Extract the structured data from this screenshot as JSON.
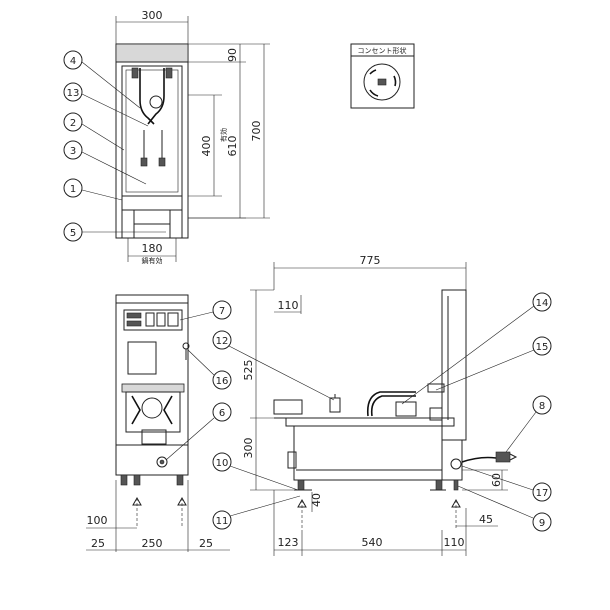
{
  "dimensions": {
    "top_width": "300",
    "top_depth_upper": "90",
    "top_depth_inner": "400",
    "top_depth_effective": "610",
    "top_depth_total": "700",
    "top_bottom_width": "180",
    "front_offset_left": "100",
    "front_margin_left": "25",
    "front_width": "250",
    "front_margin_right": "25",
    "side_width": "775",
    "side_offset": "110",
    "side_height_upper": "525",
    "side_height_lower": "300",
    "side_leg_offset": "40",
    "side_right_small": "60",
    "side_right_offset": "45",
    "side_base_left": "123",
    "side_base_mid": "540",
    "side_base_right": "110"
  },
  "labels": {
    "effective_vertical": "有効",
    "effective_short": "有効",
    "effective_bottom": "鍋有効",
    "outlet_title": "コンセント形状"
  },
  "callouts": {
    "top": [
      "4",
      "13",
      "2",
      "3",
      "1",
      "5"
    ],
    "front": [
      "7",
      "12",
      "16",
      "6",
      "10",
      "11"
    ],
    "side": [
      "14",
      "15",
      "8",
      "17",
      "9"
    ]
  }
}
